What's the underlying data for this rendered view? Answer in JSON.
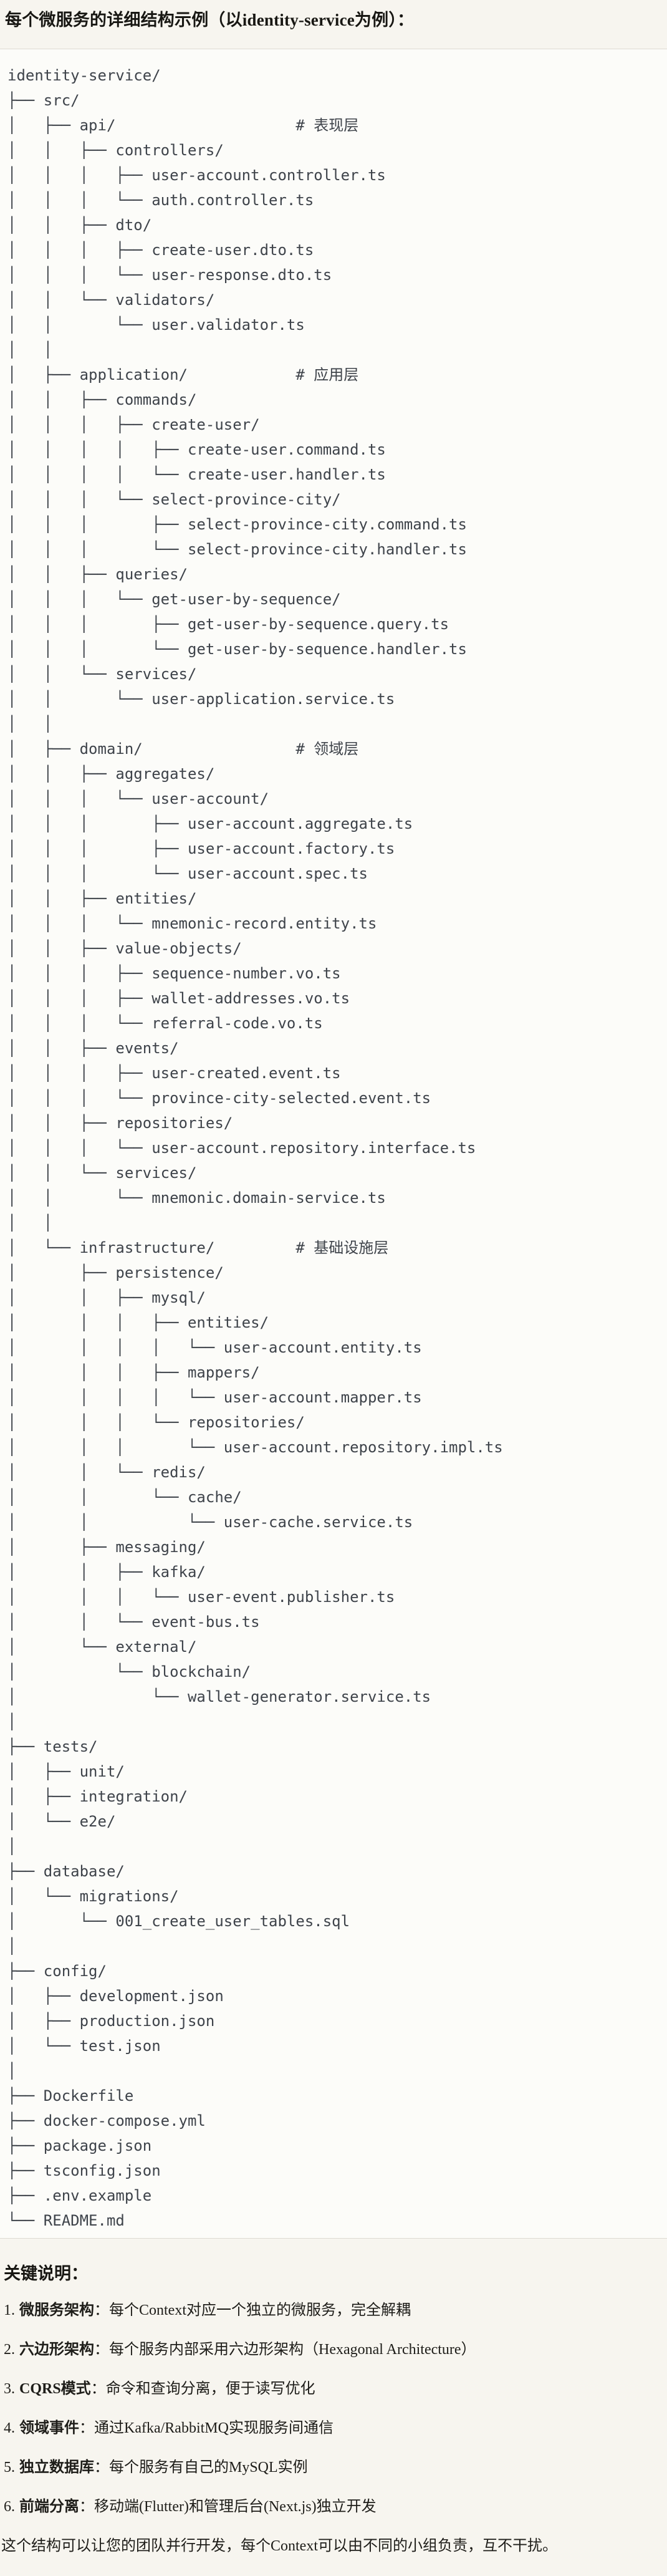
{
  "title": "每个微服务的详细结构示例（以identity-service为例）：",
  "code_block": {
    "lines": [
      "identity-service/",
      "├── src/",
      "│   ├── api/                    # 表现层",
      "│   │   ├── controllers/",
      "│   │   │   ├── user-account.controller.ts",
      "│   │   │   └── auth.controller.ts",
      "│   │   ├── dto/",
      "│   │   │   ├── create-user.dto.ts",
      "│   │   │   └── user-response.dto.ts",
      "│   │   └── validators/",
      "│   │       └── user.validator.ts",
      "│   │",
      "│   ├── application/            # 应用层",
      "│   │   ├── commands/",
      "│   │   │   ├── create-user/",
      "│   │   │   │   ├── create-user.command.ts",
      "│   │   │   │   └── create-user.handler.ts",
      "│   │   │   └── select-province-city/",
      "│   │   │       ├── select-province-city.command.ts",
      "│   │   │       └── select-province-city.handler.ts",
      "│   │   ├── queries/",
      "│   │   │   └── get-user-by-sequence/",
      "│   │   │       ├── get-user-by-sequence.query.ts",
      "│   │   │       └── get-user-by-sequence.handler.ts",
      "│   │   └── services/",
      "│   │       └── user-application.service.ts",
      "│   │",
      "│   ├── domain/                 # 领域层",
      "│   │   ├── aggregates/",
      "│   │   │   └── user-account/",
      "│   │   │       ├── user-account.aggregate.ts",
      "│   │   │       ├── user-account.factory.ts",
      "│   │   │       └── user-account.spec.ts",
      "│   │   ├── entities/",
      "│   │   │   └── mnemonic-record.entity.ts",
      "│   │   ├── value-objects/",
      "│   │   │   ├── sequence-number.vo.ts",
      "│   │   │   ├── wallet-addresses.vo.ts",
      "│   │   │   └── referral-code.vo.ts",
      "│   │   ├── events/",
      "│   │   │   ├── user-created.event.ts",
      "│   │   │   └── province-city-selected.event.ts",
      "│   │   ├── repositories/",
      "│   │   │   └── user-account.repository.interface.ts",
      "│   │   └── services/",
      "│   │       └── mnemonic.domain-service.ts",
      "│   │",
      "│   └── infrastructure/         # 基础设施层",
      "│       ├── persistence/",
      "│       │   ├── mysql/",
      "│       │   │   ├── entities/",
      "│       │   │   │   └── user-account.entity.ts",
      "│       │   │   ├── mappers/",
      "│       │   │   │   └── user-account.mapper.ts",
      "│       │   │   └── repositories/",
      "│       │   │       └── user-account.repository.impl.ts",
      "│       │   └── redis/",
      "│       │       └── cache/",
      "│       │           └── user-cache.service.ts",
      "│       ├── messaging/",
      "│       │   ├── kafka/",
      "│       │   │   └── user-event.publisher.ts",
      "│       │   └── event-bus.ts",
      "│       └── external/",
      "│           └── blockchain/",
      "│               └── wallet-generator.service.ts",
      "│",
      "├── tests/",
      "│   ├── unit/",
      "│   ├── integration/",
      "│   └── e2e/",
      "│",
      "├── database/",
      "│   └── migrations/",
      "│       └── 001_create_user_tables.sql",
      "│",
      "├── config/",
      "│   ├── development.json",
      "│   ├── production.json",
      "│   └── test.json",
      "│",
      "├── Dockerfile",
      "├── docker-compose.yml",
      "├── package.json",
      "├── tsconfig.json",
      "├── .env.example",
      "└── README.md"
    ]
  },
  "notes": {
    "heading": "关键说明：",
    "items": [
      {
        "num": "1.",
        "label": "微服务架构",
        "sep": "：",
        "desc": "每个Context对应一个独立的微服务，完全解耦"
      },
      {
        "num": "2.",
        "label": "六边形架构",
        "sep": "：",
        "desc": "每个服务内部采用六边形架构（Hexagonal Architecture）"
      },
      {
        "num": "3.",
        "label": "CQRS模式",
        "sep": "：",
        "desc": "命令和查询分离，便于读写优化"
      },
      {
        "num": "4.",
        "label": "领域事件",
        "sep": "：",
        "desc": "通过Kafka/RabbitMQ实现服务间通信"
      },
      {
        "num": "5.",
        "label": "独立数据库",
        "sep": "：",
        "desc": "每个服务有自己的MySQL实例"
      },
      {
        "num": "6.",
        "label": "前端分离",
        "sep": "：",
        "desc": "移动端(Flutter)和管理后台(Next.js)独立开发"
      }
    ],
    "footer": "这个结构可以让您的团队并行开发，每个Context可以由不同的小组负责，互不干扰。"
  },
  "colors": {
    "page_bg": "#F7F5EF",
    "code_bg": "#FCFCF9",
    "code_border": "#DDDBD2",
    "tree_text": "#3E434A",
    "heading_text": "#181713"
  }
}
